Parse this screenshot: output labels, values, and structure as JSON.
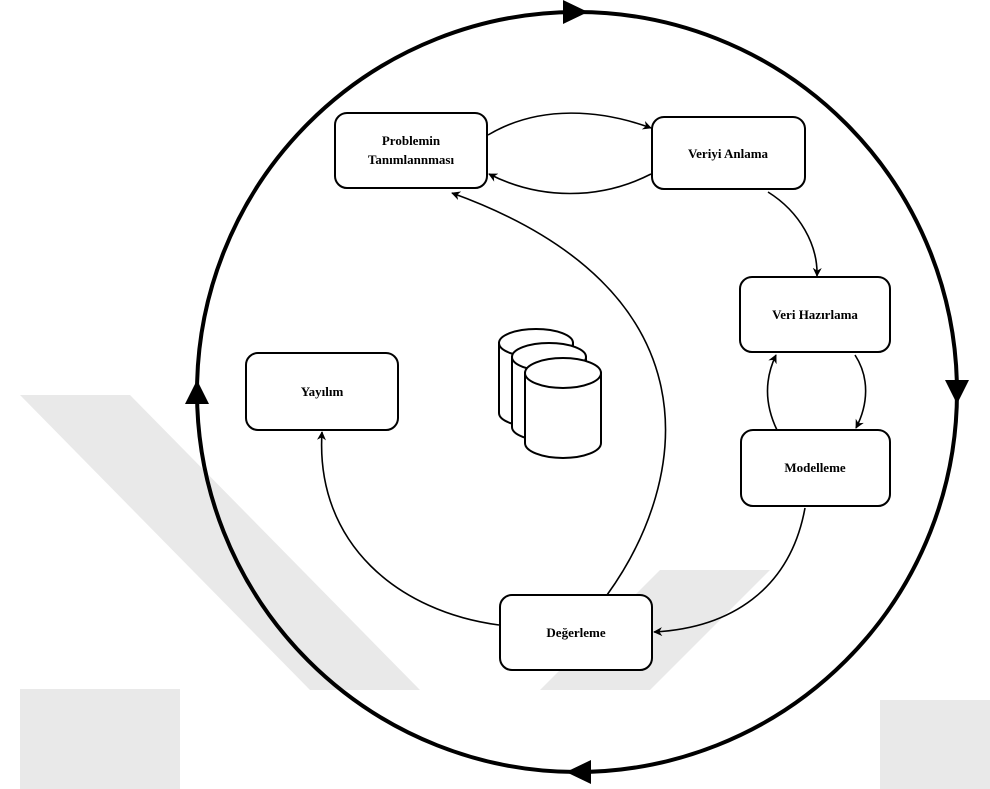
{
  "diagram": {
    "watermark_color": "#e9e9e9",
    "nodes": {
      "problem_line1": "Problemin",
      "problem_line2": "Tanımlannması",
      "data_understanding": "Veriyi Anlama",
      "data_preparation": "Veri Hazırlama",
      "modeling": "Modelleme",
      "evaluation": "Değerleme",
      "deployment": "Yayılım"
    },
    "icons": {
      "center": "database-icon"
    }
  }
}
